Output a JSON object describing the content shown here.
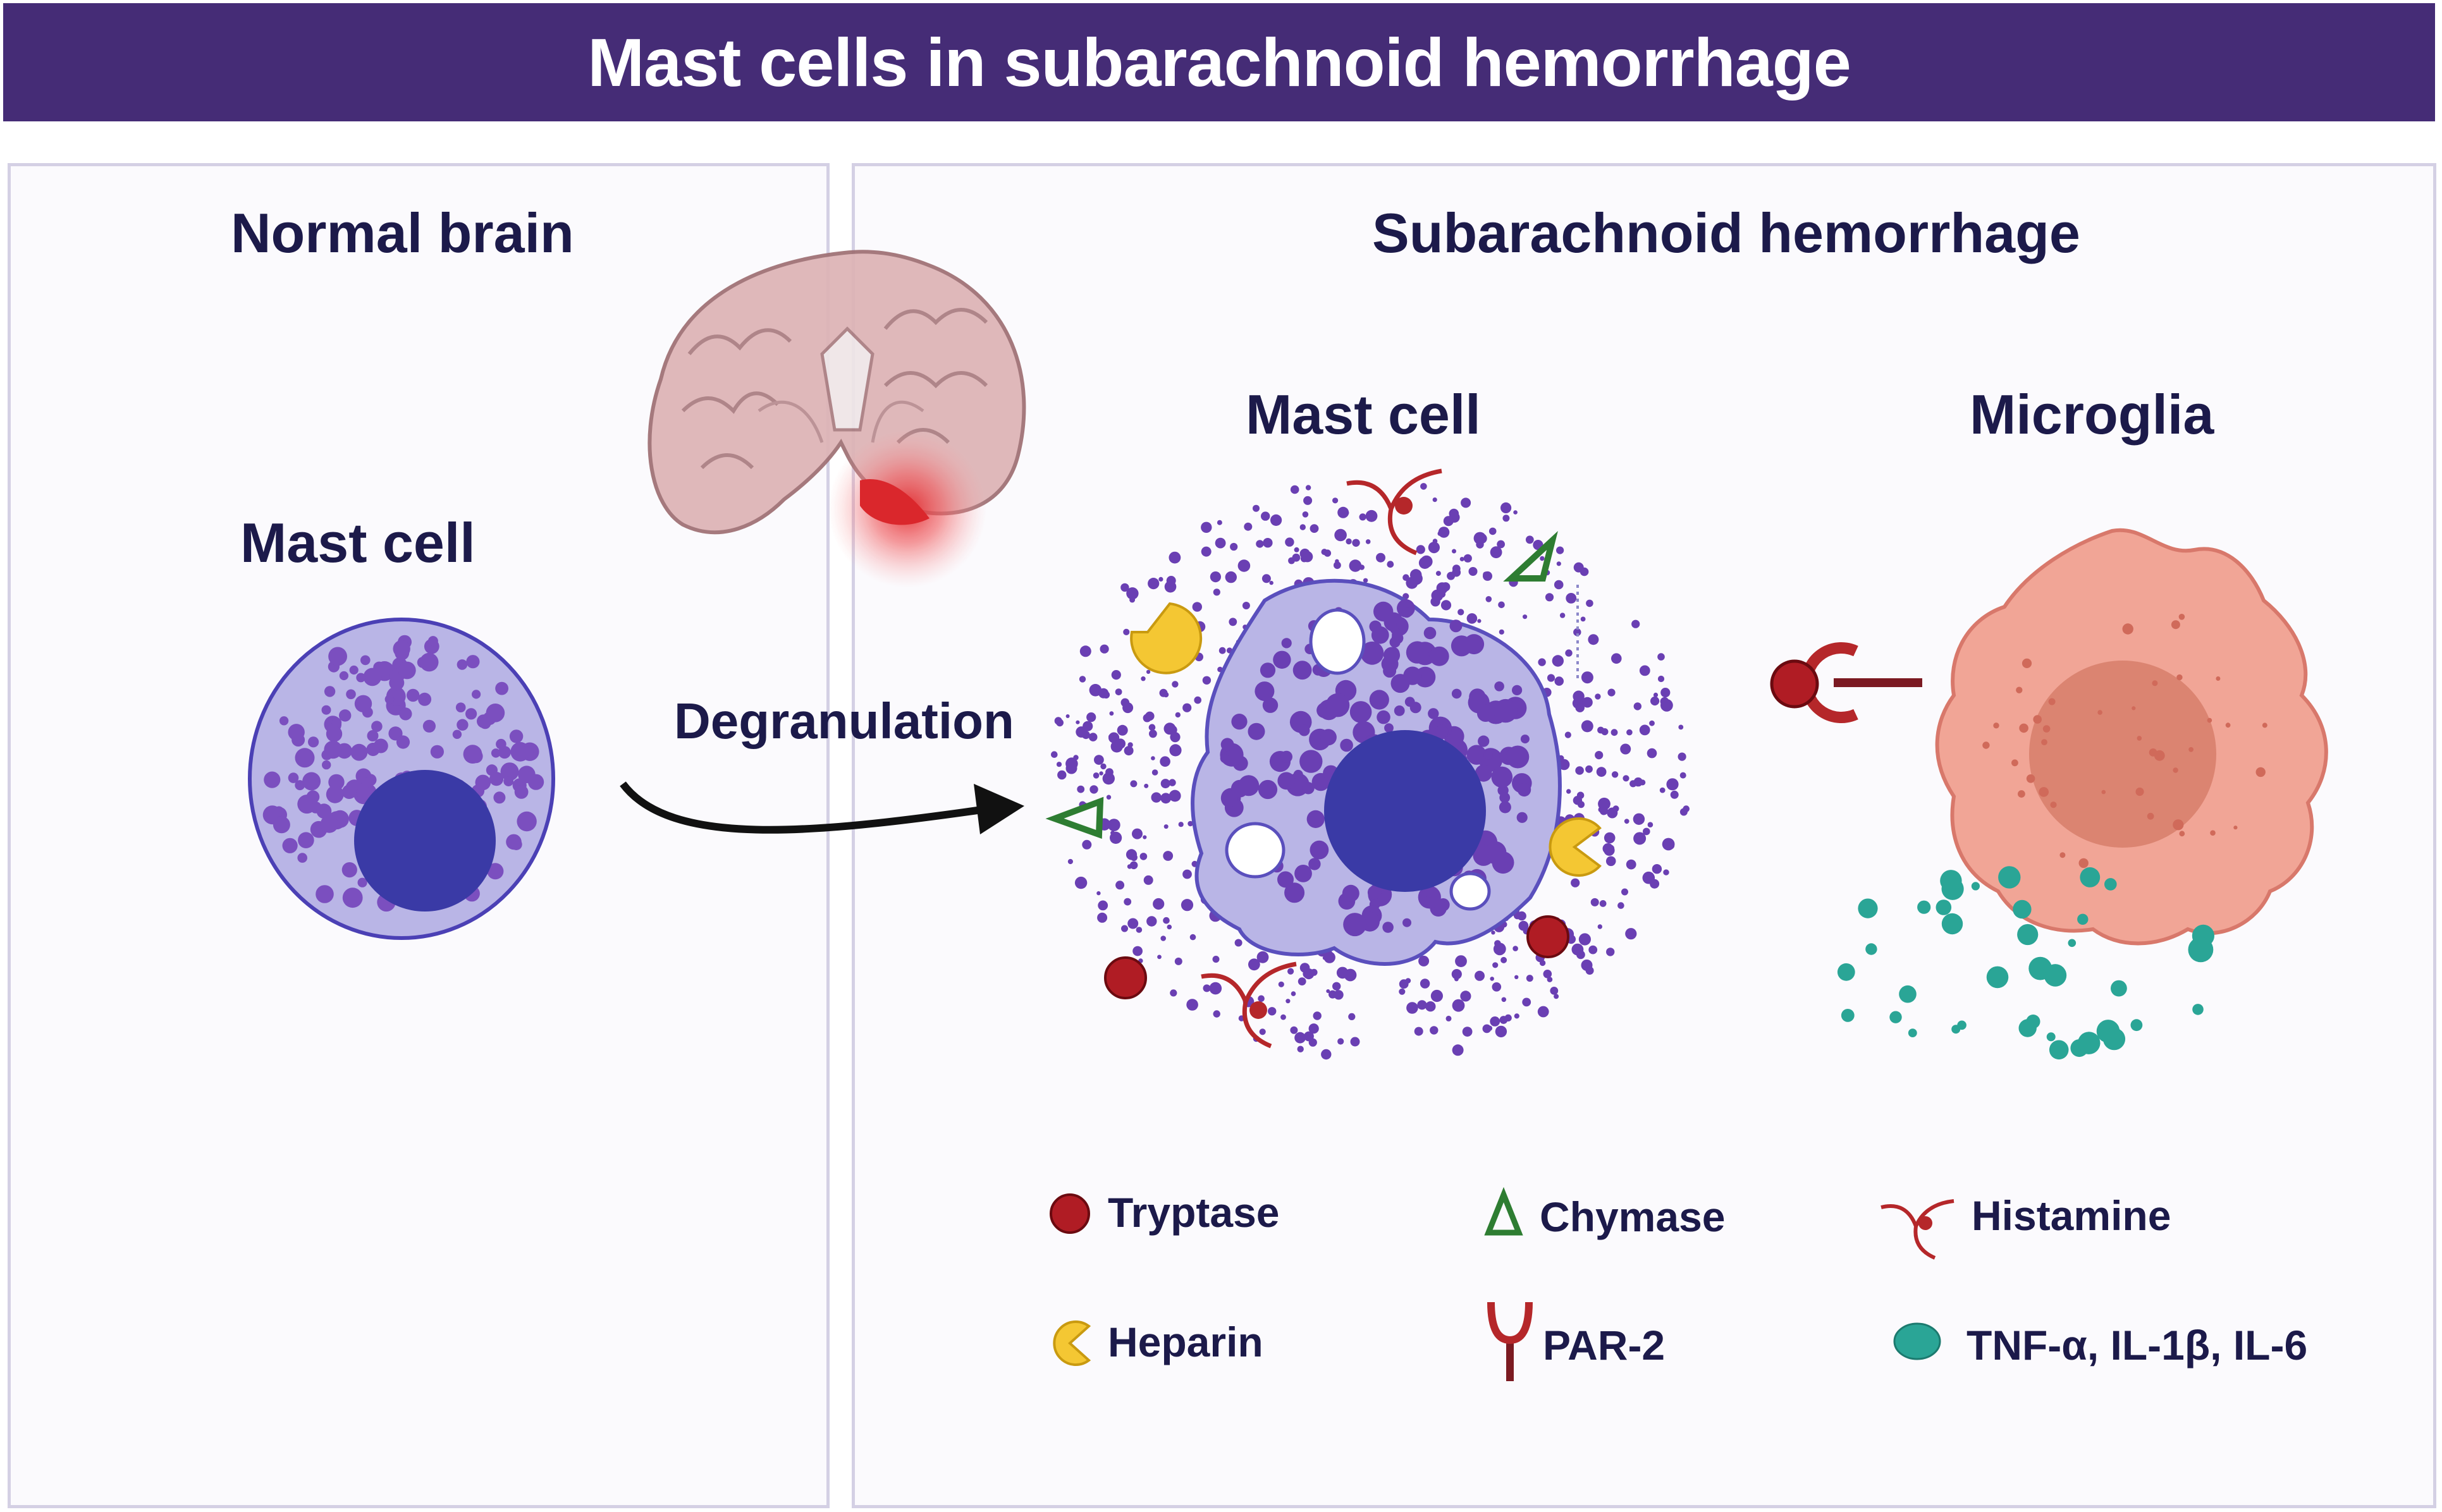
{
  "title": "Mast cells in subarachnoid hemorrhage",
  "panels": {
    "left": {
      "heading": "Normal brain",
      "cell_label": "Mast cell"
    },
    "right": {
      "heading": "Subarachnoid hemorrhage",
      "mast_cell_label": "Mast cell",
      "microglia_label": "Microglia"
    }
  },
  "arrow_label": "Degranulation",
  "legend": [
    {
      "icon": "tryptase-icon",
      "label": "Tryptase"
    },
    {
      "icon": "chymase-icon",
      "label": "Chymase"
    },
    {
      "icon": "histamine-icon",
      "label": "Histamine"
    },
    {
      "icon": "heparin-icon",
      "label": "Heparin"
    },
    {
      "icon": "par2-receptor-icon",
      "label": "PAR-2"
    },
    {
      "icon": "cytokine-icon",
      "label": "TNF-α, IL-1β, IL-6"
    }
  ],
  "colors": {
    "banner": "#452c76",
    "cell_body": "#b9b5e6",
    "nucleus": "#3a3aa6",
    "granule": "#7b4fbf",
    "tryptase": "#b01c24",
    "chymase": "#2e7d32",
    "histamine": "#b5272a",
    "heparin": "#f4c733",
    "microglia": "#f1a596",
    "cytokine": "#2aa596"
  }
}
